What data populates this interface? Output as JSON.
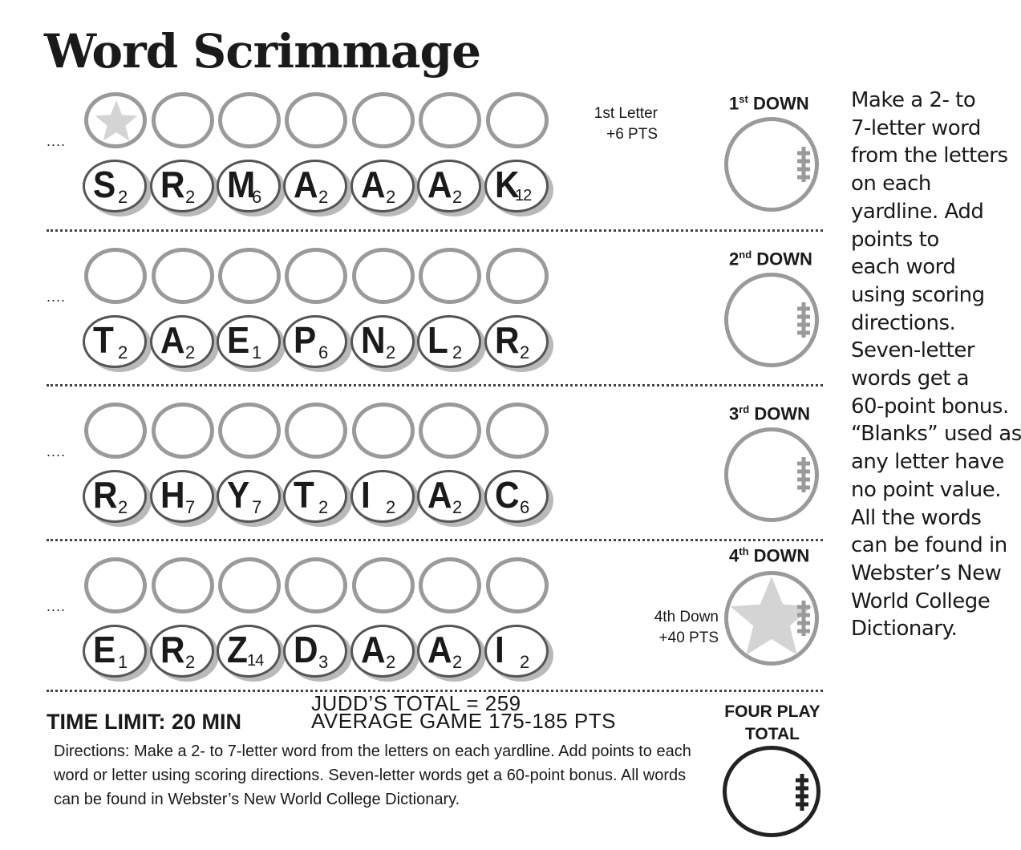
{
  "title": "Word Scrimmage",
  "row_marker": "....",
  "rows": [
    {
      "tiles": [
        {
          "letter": "S",
          "points": "2"
        },
        {
          "letter": "R",
          "points": "2"
        },
        {
          "letter": "M",
          "points": "6"
        },
        {
          "letter": "A",
          "points": "2"
        },
        {
          "letter": "A",
          "points": "2"
        },
        {
          "letter": "A",
          "points": "2"
        },
        {
          "letter": "K",
          "points": "12"
        }
      ],
      "star_blank_index": 0,
      "bonus_lines": [
        "1st Letter",
        "+6 PTS"
      ],
      "down_label": {
        "num": "1",
        "sup": "st",
        "text": "DOWN"
      }
    },
    {
      "tiles": [
        {
          "letter": "T",
          "points": "2"
        },
        {
          "letter": "A",
          "points": "2"
        },
        {
          "letter": "E",
          "points": "1"
        },
        {
          "letter": "P",
          "points": "6"
        },
        {
          "letter": "N",
          "points": "2"
        },
        {
          "letter": "L",
          "points": "2"
        },
        {
          "letter": "R",
          "points": "2"
        }
      ],
      "down_label": {
        "num": "2",
        "sup": "nd",
        "text": "DOWN"
      }
    },
    {
      "tiles": [
        {
          "letter": "R",
          "points": "2"
        },
        {
          "letter": "H",
          "points": "7"
        },
        {
          "letter": "Y",
          "points": "7"
        },
        {
          "letter": "T",
          "points": "2"
        },
        {
          "letter": "I",
          "points": "2"
        },
        {
          "letter": "A",
          "points": "2"
        },
        {
          "letter": "C",
          "points": "6"
        }
      ],
      "down_label": {
        "num": "3",
        "sup": "rd",
        "text": "DOWN"
      }
    },
    {
      "tiles": [
        {
          "letter": "E",
          "points": "1"
        },
        {
          "letter": "R",
          "points": "2"
        },
        {
          "letter": "Z",
          "points": "14"
        },
        {
          "letter": "D",
          "points": "3"
        },
        {
          "letter": "A",
          "points": "2"
        },
        {
          "letter": "A",
          "points": "2"
        },
        {
          "letter": "I",
          "points": "2"
        }
      ],
      "bonus_lines": [
        "4th Down",
        "+40 PTS"
      ],
      "star_in_football": true,
      "down_label": {
        "num": "4",
        "sup": "th",
        "text": "DOWN"
      }
    }
  ],
  "side_instructions": [
    "Make a 2- to",
    "7-letter word",
    "from the letters",
    "on each",
    "yardline. Add",
    "points to",
    "each word",
    "using scoring",
    "directions.",
    "Seven-letter",
    "words get a",
    "60-point bonus.",
    "“Blanks” used as",
    "any letter have",
    "no point value.",
    "All the words",
    "can be found in",
    "Webster’s New",
    "World College",
    "Dictionary."
  ],
  "time_limit": "TIME LIMIT: 20 MIN",
  "judd_total": "JUDD’S TOTAL = 259",
  "average_game": "AVERAGE GAME 175-185 PTS",
  "directions": "Directions: Make a 2- to 7-letter word from the letters on each yardline. Add points to each word or letter using scoring directions. Seven-letter words get a 60-point bonus. All words can be found in Webster’s New World College Dictionary.",
  "total_label": [
    "FOUR PLAY",
    "TOTAL"
  ],
  "colors": {
    "ring_gray": "#9a9a9a",
    "star_gray": "#d4d4d4",
    "ink": "#1a1a1a"
  }
}
